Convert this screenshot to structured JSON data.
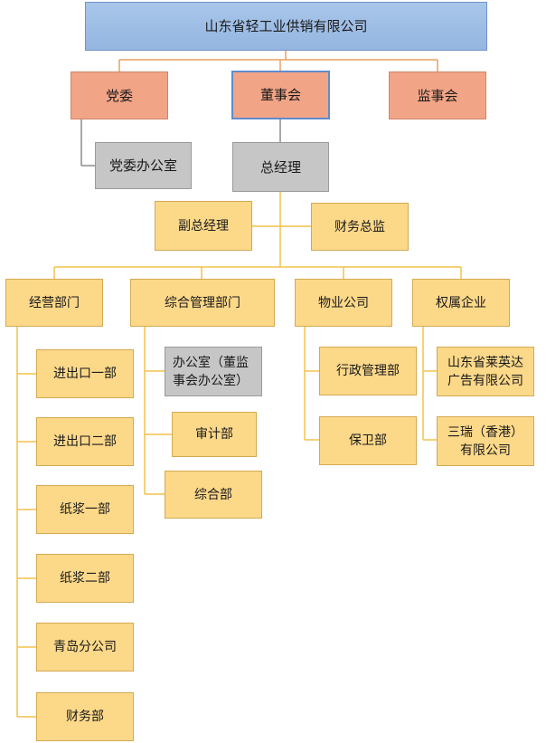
{
  "nodes": {
    "company": "山东省轻工业供销有限公司",
    "party_committee": "党委",
    "board": "董事会",
    "supervisory_board": "监事会",
    "party_office": "党委办公室",
    "general_manager": "总经理",
    "deputy_gm": "副总经理",
    "cfo": "财务总监",
    "business_dept": "经营部门",
    "admin_dept": "综合管理部门",
    "property_company": "物业公司",
    "affiliated_enterprises": "权属企业",
    "import_export_1": "进出口一部",
    "import_export_2": "进出口二部",
    "pulp_1": "纸浆一部",
    "pulp_2": "纸浆二部",
    "qingdao_branch": "青岛分公司",
    "finance_dept": "财务部",
    "office_line1": "办公室（董监",
    "office_line2": "事会办公室）",
    "audit_dept": "审计部",
    "general_dept": "综合部",
    "admin_management_dept": "行政管理部",
    "security_dept": "保卫部",
    "laiyingda_line1": "山东省莱英达",
    "laiyingda_line2": "广告有限公司",
    "sanrui_line1": "三瑞（香港）",
    "sanrui_line2": "有限公司"
  },
  "colors": {
    "blue_line": "#6f93c8",
    "orange_line": "#e8a060",
    "gray_line": "#8c8c8c",
    "yellow_line": "#f2c24a"
  }
}
